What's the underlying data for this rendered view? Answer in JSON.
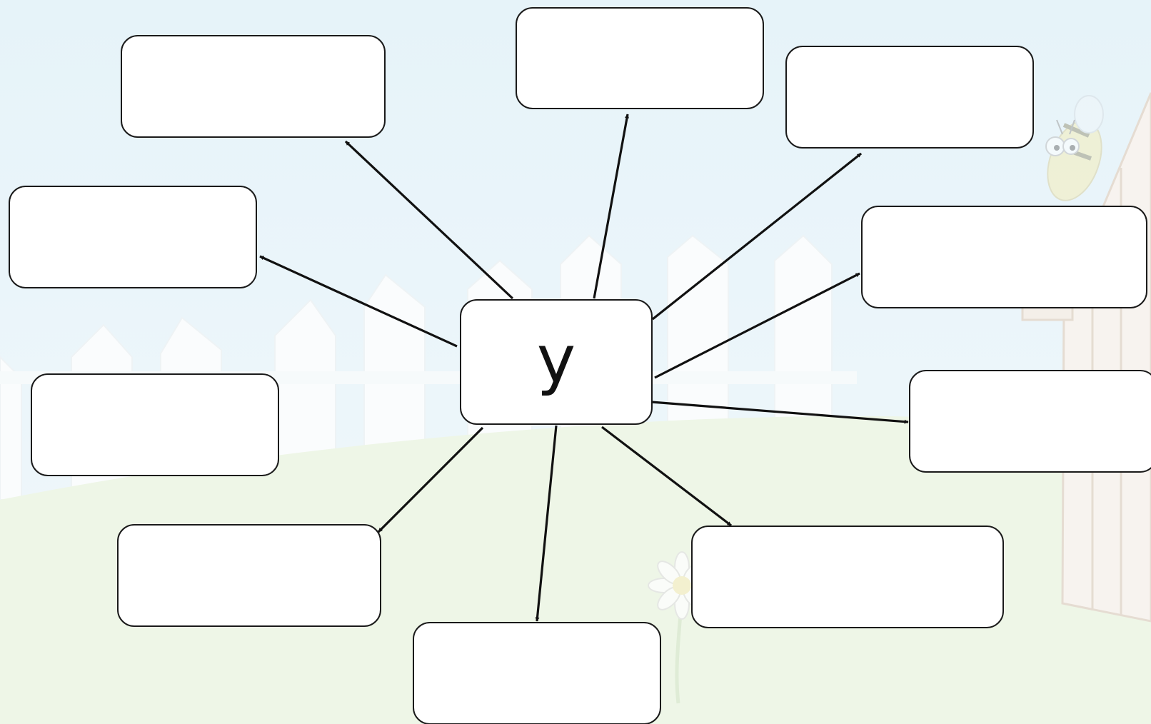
{
  "diagram": {
    "center_label": "у",
    "empty_boxes": [
      {
        "id": "top-left",
        "text": ""
      },
      {
        "id": "top-center",
        "text": ""
      },
      {
        "id": "top-right",
        "text": ""
      },
      {
        "id": "upper-left",
        "text": ""
      },
      {
        "id": "upper-right",
        "text": ""
      },
      {
        "id": "middle-left",
        "text": ""
      },
      {
        "id": "middle-right",
        "text": ""
      },
      {
        "id": "lower-left",
        "text": ""
      },
      {
        "id": "lower-right",
        "text": ""
      },
      {
        "id": "bottom-center",
        "text": ""
      }
    ]
  },
  "colors": {
    "sky": "#e8f4fa",
    "grass": "#eef6e6",
    "box_fill": "#ffffff",
    "box_border": "#1a1a1a",
    "arrow": "#111111",
    "fence": "#ffffff"
  },
  "background": {
    "icons": [
      "picket-fence-icon",
      "bee-icon",
      "wooden-door-icon",
      "daisy-flower-icon",
      "green-hill-icon"
    ]
  }
}
